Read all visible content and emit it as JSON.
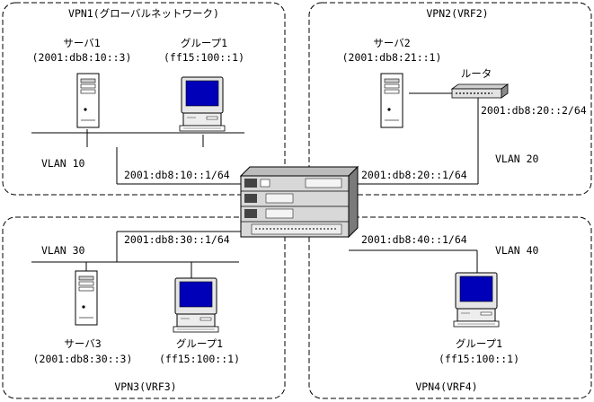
{
  "vpn1": {
    "title": "VPN1(グローバルネットワーク)",
    "server_name": "サーバ1",
    "server_addr": "(2001:db8:10::3)",
    "group_name": "グループ1",
    "group_addr": "(ff15:100::1)",
    "vlan": "VLAN 10",
    "link_addr": "2001:db8:10::1/64"
  },
  "vpn2": {
    "title": "VPN2(VRF2)",
    "server_name": "サーバ2",
    "server_addr": "(2001:db8:21::1)",
    "router_name": "ルータ",
    "router_addr": "2001:db8:20::2/64",
    "vlan": "VLAN 20",
    "link_addr": "2001:db8:20::1/64"
  },
  "vpn3": {
    "title": "VPN3(VRF3)",
    "server_name": "サーバ3",
    "server_addr": "(2001:db8:30::3)",
    "group_name": "グループ1",
    "group_addr": "(ff15:100::1)",
    "vlan": "VLAN 30",
    "link_addr": "2001:db8:30::1/64"
  },
  "vpn4": {
    "title": "VPN4(VRF4)",
    "group_name": "グループ1",
    "group_addr": "(ff15:100::1)",
    "vlan": "VLAN 40",
    "link_addr": "2001:db8:40::1/64"
  }
}
